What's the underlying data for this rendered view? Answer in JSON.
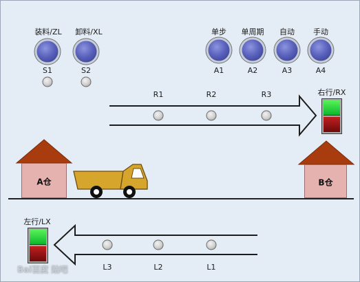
{
  "top_left": {
    "load": {
      "button_label": "装料/ZL",
      "lamp_label": "S1"
    },
    "unload": {
      "button_label": "卸料/XL",
      "lamp_label": "S2"
    }
  },
  "modes": [
    {
      "label": "单步",
      "id": "A1"
    },
    {
      "label": "单周期",
      "id": "A2"
    },
    {
      "label": "自动",
      "id": "A3"
    },
    {
      "label": "手动",
      "id": "A4"
    }
  ],
  "right_lane": {
    "sensors": [
      "R1",
      "R2",
      "R3"
    ],
    "indicator_label": "右行/RX"
  },
  "left_lane": {
    "sensors": [
      "L3",
      "L2",
      "L1"
    ],
    "indicator_label": "左行/LX"
  },
  "warehouses": {
    "a": "A仓",
    "b": "B仓"
  },
  "colors": {
    "panel_bg": "#e4ecf5",
    "button_blue": "#5b63bd",
    "roof": "#a83c0f",
    "wall": "#e6b2b0",
    "truck": "#d6a52c",
    "lamp_green": "#19d43a",
    "lamp_red": "#8b1010"
  },
  "watermark": "Bai百度 贴吧"
}
